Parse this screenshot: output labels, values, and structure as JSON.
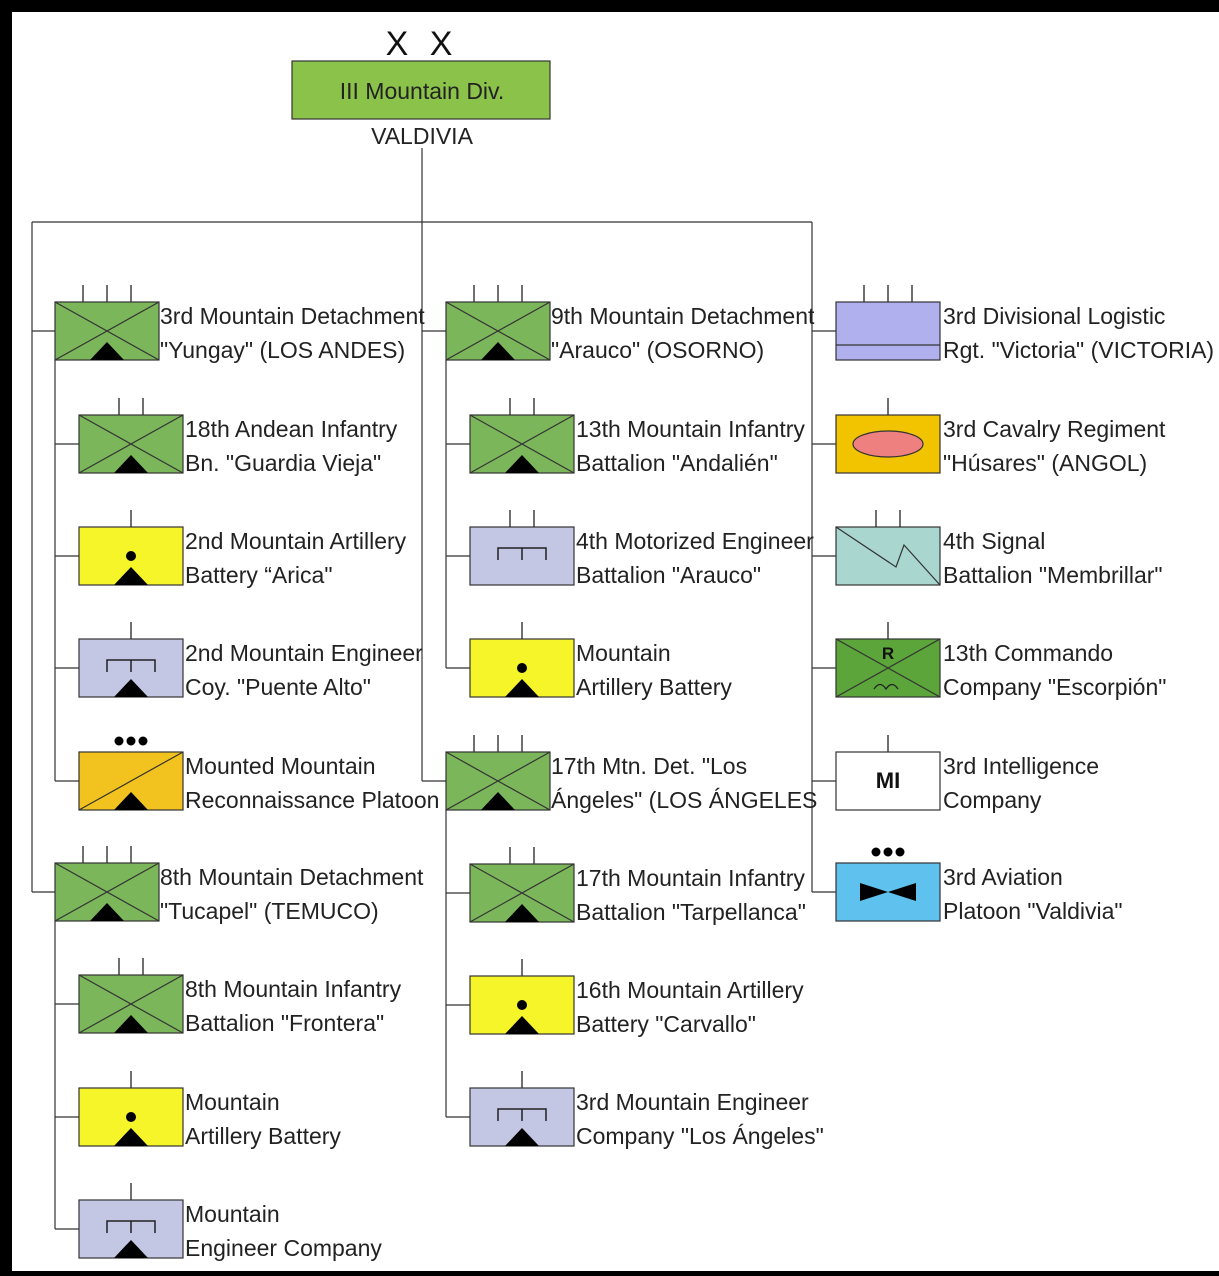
{
  "hq": {
    "echelon": "X X",
    "name": "III Mountain Div.",
    "location": "VALDIVIA",
    "color": "#8bc34a"
  },
  "colors": {
    "infantry": "#7cb65b",
    "artillery": "#f5f52a",
    "engineer": "#c3c7e3",
    "recon": "#f2c21e",
    "logistic": "#b0b0ee",
    "cavalry": "#f2c400",
    "cavalry_oval": "#ee8080",
    "signal": "#a9d6cf",
    "commando": "#5ba53a",
    "intelligence": "#ffffff",
    "aviation": "#5ec1ee"
  },
  "columns": {
    "left": {
      "det1": {
        "line1": "3rd Mountain Detachment",
        "line2": "\"Yungay\" (LOS ANDES)",
        "symbol": "mountain-infantry",
        "echelon": "III"
      },
      "d1u1": {
        "line1": "18th Andean Infantry",
        "line2": "Bn. \"Guardia Vieja\"",
        "symbol": "mountain-infantry",
        "echelon": "II"
      },
      "d1u2": {
        "line1": "2nd Mountain Artillery",
        "line2": "Battery “Arica\"",
        "symbol": "mountain-artillery",
        "echelon": "I"
      },
      "d1u3": {
        "line1": "2nd Mountain Engineer",
        "line2": "Coy. \"Puente Alto\"",
        "symbol": "mountain-engineer",
        "echelon": "I"
      },
      "d1u4": {
        "line1": "Mounted Mountain",
        "line2": "Reconnaissance Platoon",
        "symbol": "mountain-recon",
        "echelon": "•••"
      },
      "det2": {
        "line1": "8th Mountain Detachment",
        "line2": "\"Tucapel\" (TEMUCO)",
        "symbol": "mountain-infantry",
        "echelon": "III"
      },
      "d2u1": {
        "line1": "8th Mountain Infantry",
        "line2": "Battalion \"Frontera\"",
        "symbol": "mountain-infantry",
        "echelon": "II"
      },
      "d2u2": {
        "line1": "Mountain",
        "line2": "Artillery Battery",
        "symbol": "mountain-artillery",
        "echelon": "I"
      },
      "d2u3": {
        "line1": "Mountain",
        "line2": "Engineer Company",
        "symbol": "mountain-engineer",
        "echelon": "I"
      }
    },
    "middle": {
      "det1": {
        "line1": "9th Mountain Detachment",
        "line2": "\"Arauco\" (OSORNO)",
        "symbol": "mountain-infantry",
        "echelon": "III"
      },
      "d1u1": {
        "line1": "13th Mountain Infantry",
        "line2": "Battalion \"Andalién\"",
        "symbol": "mountain-infantry",
        "echelon": "II"
      },
      "d1u2": {
        "line1": "4th Motorized Engineer",
        "line2": "Battalion \"Arauco\"",
        "symbol": "engineer",
        "echelon": "II"
      },
      "d1u3": {
        "line1": "Mountain",
        "line2": "Artillery Battery",
        "symbol": "mountain-artillery",
        "echelon": "I"
      },
      "det2": {
        "line1": "17th Mtn. Det. \"Los",
        "line2": "Ángeles\" (LOS ÁNGELES",
        "symbol": "mountain-infantry",
        "echelon": "III"
      },
      "d2u1": {
        "line1": "17th Mountain Infantry",
        "line2": "Battalion \"Tarpellanca\"",
        "symbol": "mountain-infantry",
        "echelon": "II"
      },
      "d2u2": {
        "line1": "16th Mountain Artillery",
        "line2": "Battery \"Carvallo\"",
        "symbol": "mountain-artillery",
        "echelon": "I"
      },
      "d2u3": {
        "line1": "3rd Mountain Engineer",
        "line2": "Company \"Los Ángeles\"",
        "symbol": "mountain-engineer",
        "echelon": "I"
      }
    },
    "right": {
      "u1": {
        "line1": "3rd Divisional Logistic",
        "line2": "Rgt. \"Victoria\" (VICTORIA)",
        "symbol": "logistic",
        "echelon": "III"
      },
      "u2": {
        "line1": "3rd Cavalry Regiment",
        "line2": "\"Húsares\" (ANGOL)",
        "symbol": "cavalry",
        "echelon": "I"
      },
      "u3": {
        "line1": "4th Signal",
        "line2": "Battalion \"Membrillar\"",
        "symbol": "signal",
        "echelon": "II"
      },
      "u4": {
        "line1": "13th Commando",
        "line2": "Company \"Escorpión\"",
        "symbol": "commando",
        "echelon": "I",
        "glyph": "R"
      },
      "u5": {
        "line1": "3rd Intelligence",
        "line2": "Company",
        "symbol": "intelligence",
        "echelon": "I",
        "glyph": "MI"
      },
      "u6": {
        "line1": "3rd Aviation",
        "line2": "Platoon \"Valdivia\"",
        "symbol": "aviation",
        "echelon": "•••"
      }
    }
  }
}
